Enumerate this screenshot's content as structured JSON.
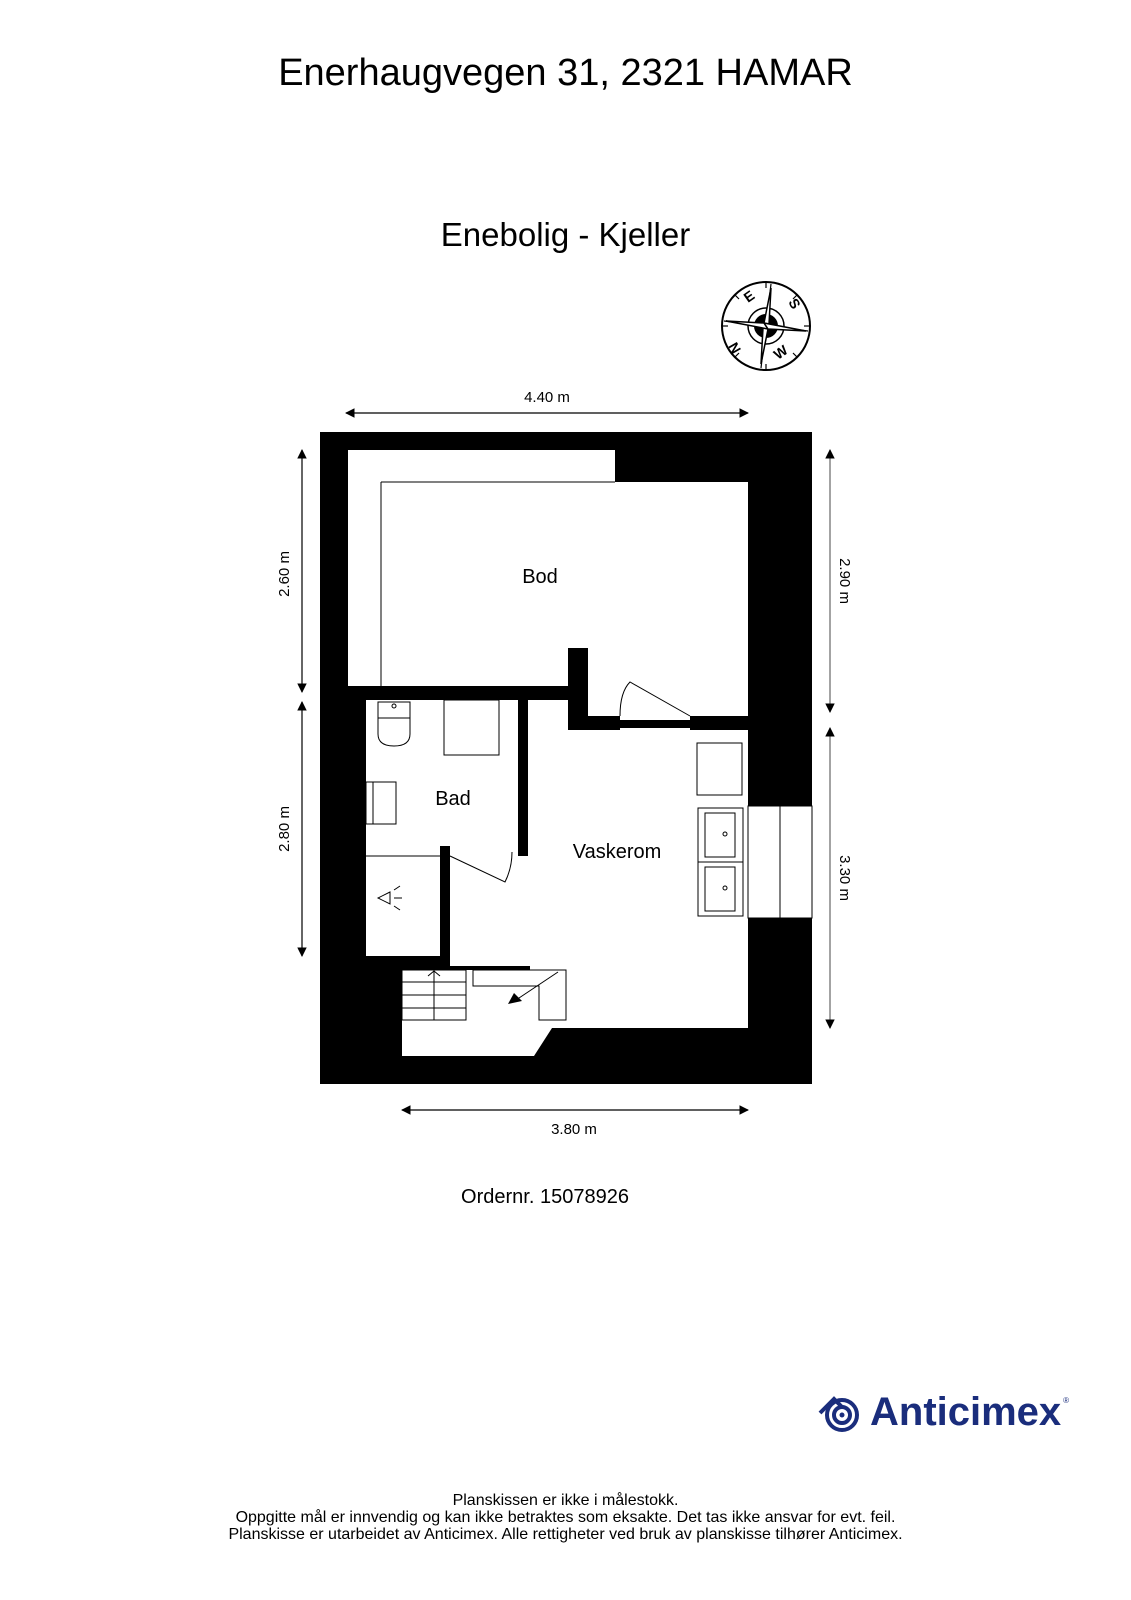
{
  "header": {
    "address": "Enerhaugvegen 31, 2321 HAMAR",
    "floor_title": "Enebolig - Kjeller"
  },
  "compass": {
    "labels": [
      "E",
      "S",
      "W",
      "N"
    ]
  },
  "floorplan": {
    "rooms": [
      {
        "name": "Bod"
      },
      {
        "name": "Bad"
      },
      {
        "name": "Vaskerom"
      }
    ],
    "dimensions": {
      "top": "4.40 m",
      "bottom": "3.80 m",
      "left_upper": "2.60 m",
      "left_lower": "2.80 m",
      "right_upper": "2.90 m",
      "right_lower": "3.30 m"
    }
  },
  "order": {
    "label": "Ordernr. 15078926"
  },
  "brand": {
    "name": "Anticimex",
    "registered": "®",
    "color": "#1a2d7c"
  },
  "footer": {
    "lines": [
      "Planskissen er ikke i målestokk.",
      "Oppgitte mål er innvendig og kan ikke betraktes som eksakte. Det tas ikke ansvar for evt. feil.",
      "Planskisse er utarbeidet av Anticimex. Alle rettigheter ved bruk av planskisse tilhører Anticimex."
    ]
  }
}
